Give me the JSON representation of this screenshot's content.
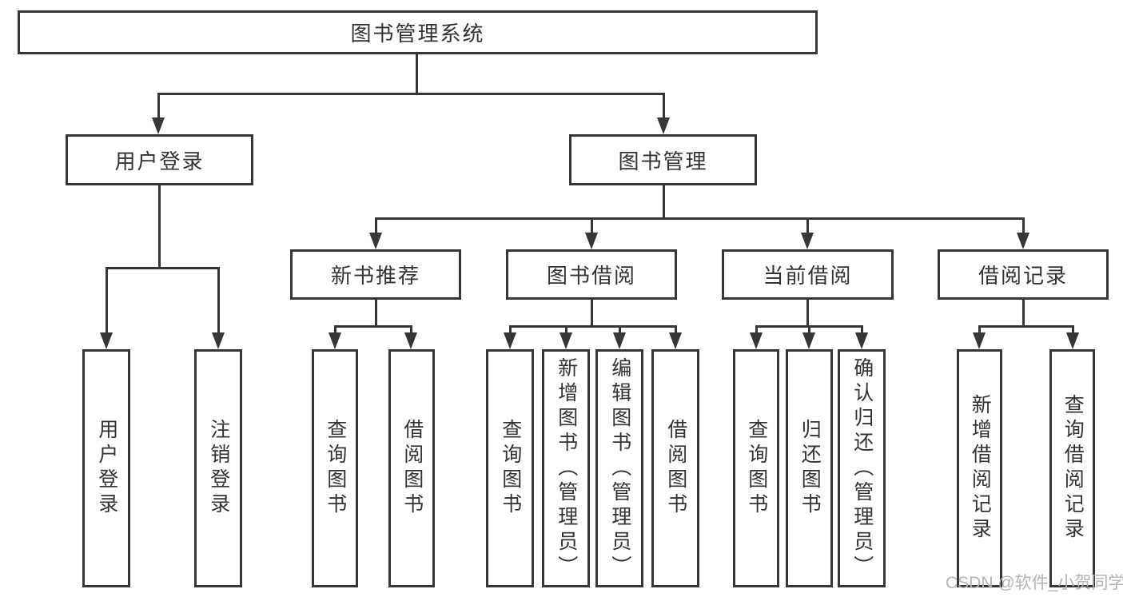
{
  "colors": {
    "line": "#363636",
    "text": "#333333",
    "watermark": "#b5b5b5",
    "background": "#ffffff"
  },
  "watermark": "CSDN @软件_小贺同学",
  "tree": {
    "root": {
      "label": "图书管理系统"
    },
    "branches": [
      {
        "label": "用户登录",
        "leaves": [
          {
            "label": "用户登录"
          },
          {
            "label": "注销登录"
          }
        ]
      },
      {
        "label": "图书管理",
        "groups": [
          {
            "label": "新书推荐",
            "leaves": [
              {
                "label": "查询图书"
              },
              {
                "label": "借阅图书"
              }
            ]
          },
          {
            "label": "图书借阅",
            "leaves": [
              {
                "label": "查询图书"
              },
              {
                "label": "新增图书（管理员）"
              },
              {
                "label": "编辑图书（管理员）"
              },
              {
                "label": "借阅图书"
              }
            ]
          },
          {
            "label": "当前借阅",
            "leaves": [
              {
                "label": "查询图书"
              },
              {
                "label": "归还图书"
              },
              {
                "label": "确认归还（管理员）"
              }
            ]
          },
          {
            "label": "借阅记录",
            "leaves": [
              {
                "label": "新增借阅记录"
              },
              {
                "label": "查询借阅记录"
              }
            ]
          }
        ]
      }
    ]
  }
}
